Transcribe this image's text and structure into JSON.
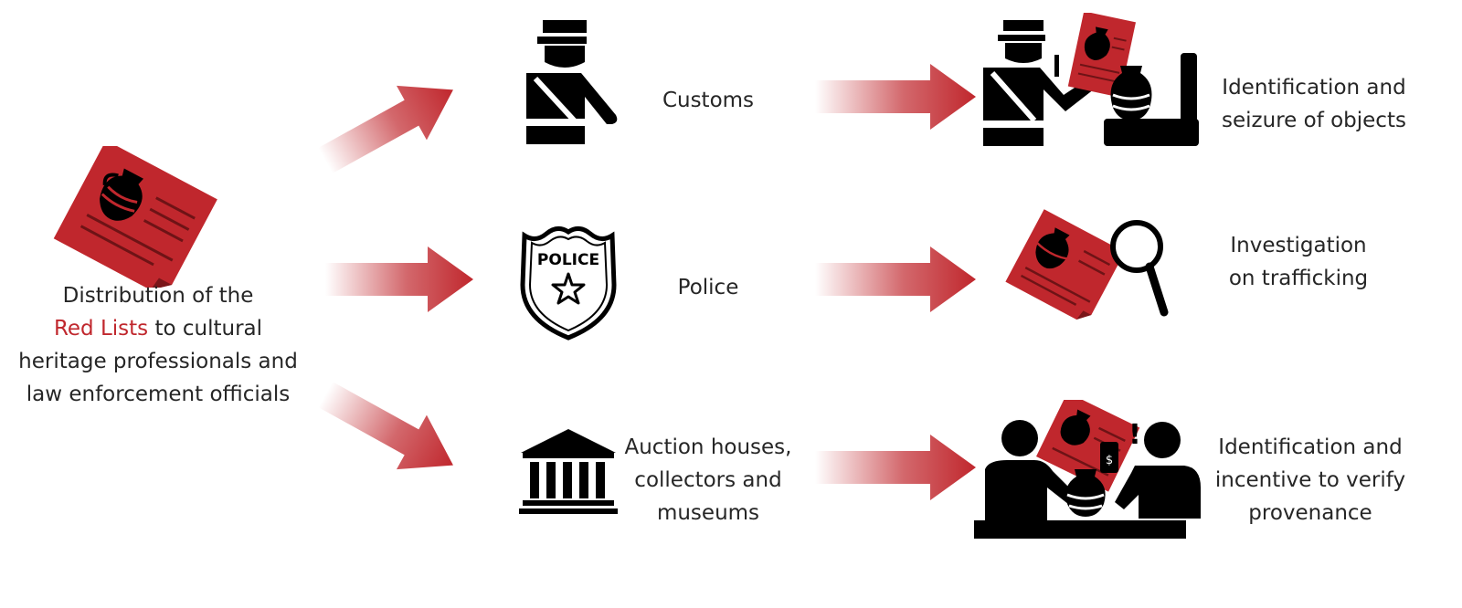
{
  "source": {
    "line1": "Distribution of the",
    "highlight": "Red Lists",
    "line2_rest": " to cultural",
    "line3": "heritage professionals and",
    "line4": "law enforcement officials"
  },
  "recipients": {
    "customs": "Customs",
    "police": "Police",
    "police_badge_text": "POLICE",
    "auction": {
      "line1": "Auction houses,",
      "line2": "collectors and",
      "line3": "museums"
    }
  },
  "outcomes": {
    "customs": {
      "line1": "Identification and",
      "line2": "seizure of objects"
    },
    "police": {
      "line1": "Investigation",
      "line2": "on trafficking"
    },
    "auction": {
      "line1": "Identification and",
      "line2": "incentive to verify",
      "line3": "provenance"
    },
    "alert_mark": "!",
    "dollar_mark": "$"
  },
  "colors": {
    "accent": "#c0272d",
    "icon": "#000000",
    "text": "#262626"
  }
}
